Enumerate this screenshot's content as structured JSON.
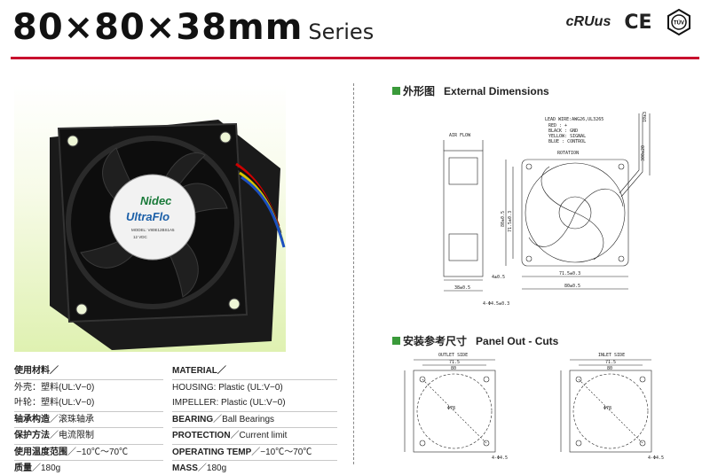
{
  "title": {
    "size": "80×80×38mm",
    "series": "Series"
  },
  "certifications": {
    "ul": "cRUus",
    "ce": "CE",
    "tuv": "TÜV"
  },
  "photo": {
    "brand": "Nidec",
    "model_line": "UltraFlo",
    "label_lines": [
      "MODEL: V80E12BS1A5",
      "12 VDC"
    ]
  },
  "sections": {
    "external": {
      "cn": "外形图",
      "en": "External Dimensions"
    },
    "panel": {
      "cn": "安装参考尺寸",
      "en": "Panel Out - Cuts"
    }
  },
  "drawing_external": {
    "lead_wire": "LEAD WIRE:AWG26,UL3265",
    "wires": [
      "RED : +",
      "BLACK : GND",
      "YELLOW: SIGNAL",
      "BLUE : CONTROL"
    ],
    "air_flow": "AIR FLOW",
    "rotation": "ROTATION",
    "dim_wire_len": "300±20",
    "dim_wire_end": "10±3",
    "dim_side_h": "80±0.5",
    "dim_side_pitch": "71.5±0.3",
    "dim_flange": "4±0.5",
    "dim_depth": "38±0.5",
    "dim_holes": "4-Φ4.5±0.3",
    "dim_front_pitch": "71.5±0.3",
    "dim_front_w": "80±0.5"
  },
  "drawing_panel": {
    "outlet_label": "OUTLET SIDE",
    "inlet_label": "INLET SIDE",
    "outlet_top": "71.5",
    "outlet_top_tol": "80",
    "inlet_top": "71.5",
    "inlet_top_tol": "80",
    "diameter": "Φ78",
    "hole": "4-Φ4.5"
  },
  "specs_cn": [
    {
      "label": "使用材料／",
      "value": ""
    },
    {
      "label": "",
      "value": "外壳：塑料(UL:V−0)"
    },
    {
      "label": "",
      "value": "叶轮：塑料(UL:V−0)"
    },
    {
      "label": "轴承构造",
      "value": "／滚珠轴承"
    },
    {
      "label": "保护方法",
      "value": "／电流限制"
    },
    {
      "label": "使用温度范围",
      "value": "／−10℃〜70℃"
    },
    {
      "label": "质量",
      "value": "／180g"
    }
  ],
  "specs_en": [
    {
      "label": "MATERIAL／",
      "value": ""
    },
    {
      "label": "",
      "value": "HOUSING: Plastic (UL:V−0)"
    },
    {
      "label": "",
      "value": "IMPELLER: Plastic (UL:V−0)"
    },
    {
      "label": "BEARING",
      "value": "／Ball Bearings"
    },
    {
      "label": "PROTECTION",
      "value": "／Current limit"
    },
    {
      "label": "OPERATING TEMP",
      "value": "／−10℃〜70℃"
    },
    {
      "label": "MASS",
      "value": "／180g"
    }
  ]
}
